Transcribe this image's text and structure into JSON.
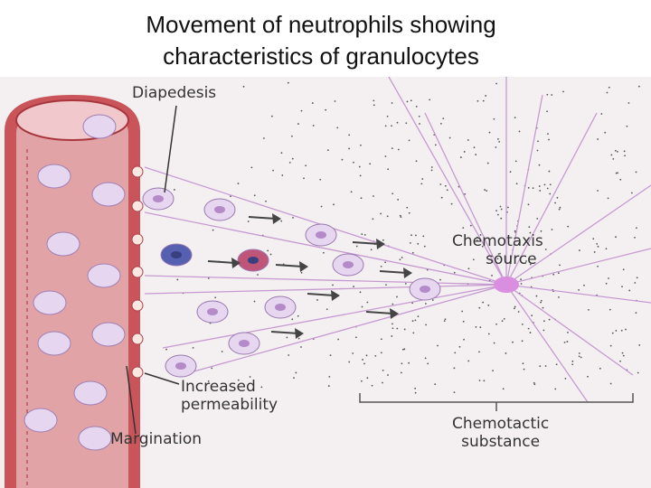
{
  "slide": {
    "title_line1": "Movement of neutrophils showing",
    "title_line2": "characteristics of granulocytes"
  },
  "diagram": {
    "labels": {
      "diapedesis": "Diapedesis",
      "chemotaxis_source_1": "Chemotaxis",
      "chemotaxis_source_2": "source",
      "increased_permeability_1": "Increased",
      "increased_permeability_2": "permeability",
      "margination": "Margination",
      "chemotactic_substance_1": "Chemotactic",
      "chemotactic_substance_2": "substance"
    },
    "colors": {
      "vessel": "#c9555a",
      "vessel_dark": "#a8363d",
      "cell": "#e6d6ef",
      "cell_nucleus": "#b48ac8",
      "lymph": "#5560b0",
      "source": "#d98ee0",
      "rays": "#c69ad0",
      "paper": "#f4f0f2"
    }
  }
}
